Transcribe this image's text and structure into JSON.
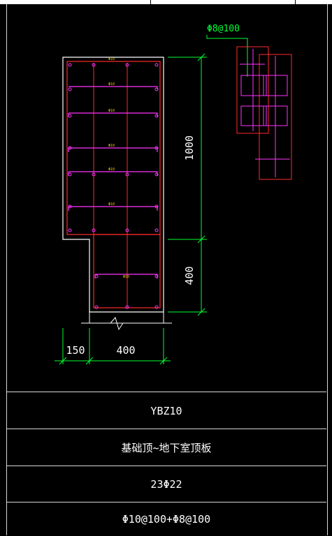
{
  "drawing": {
    "stirrup_label": "Φ8@100",
    "dim_vertical_top": "1000",
    "dim_vertical_bottom": "400",
    "dim_horizontal_left": "150",
    "dim_horizontal_right": "400",
    "tie_label": "Φ10"
  },
  "table": {
    "name": "YBZ10",
    "range": "基础顶~地下室顶板",
    "longitudinal": "23Φ22",
    "stirrups": "Φ10@100+Φ8@100"
  },
  "colors": {
    "background": "#000000",
    "outline": "#ffffff",
    "rebar": "#ff2a2a",
    "tie": "#ff33ff",
    "dimension": "#00ff33",
    "label": "#e8c800"
  }
}
